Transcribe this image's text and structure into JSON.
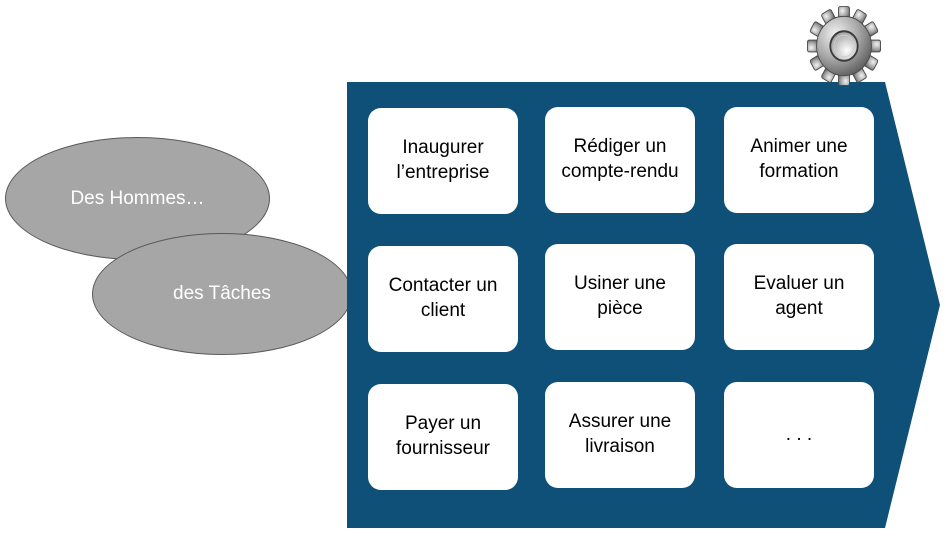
{
  "ellipses": {
    "hommes": "Des Hommes…",
    "taches": "des Tâches"
  },
  "tasks": [
    "Inaugurer l’entreprise",
    "Rédiger un compte-rendu",
    "Animer une formation",
    "Contacter un client",
    "Usiner une pièce",
    "Evaluer un agent",
    "Payer un fournisseur",
    "Assurer une livraison",
    ". . ."
  ],
  "colors": {
    "chevron": "#0f5078",
    "ellipse_fill": "#a6a6a6",
    "ellipse_border": "#595959",
    "card": "#ffffff"
  },
  "icons": {
    "gear": "gear-icon"
  }
}
